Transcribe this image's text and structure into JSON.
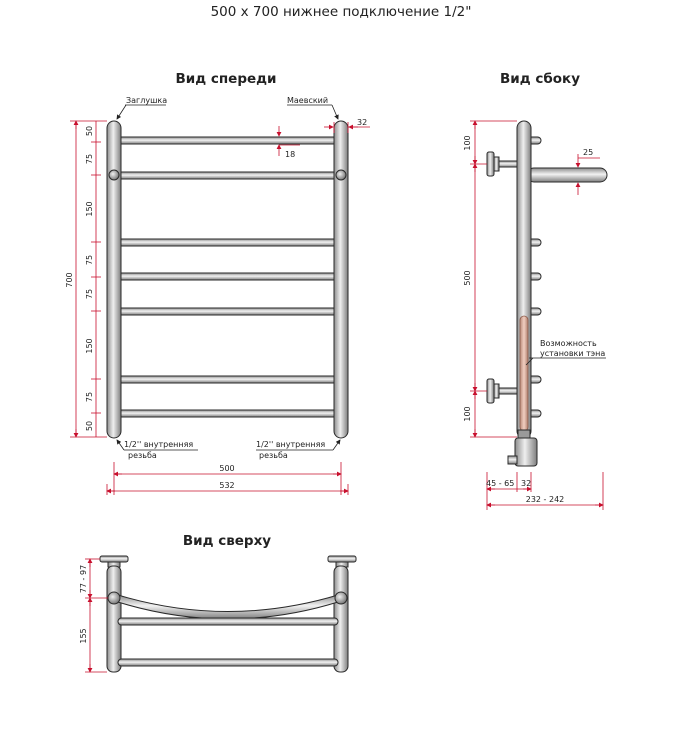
{
  "title": "500 x 700 нижнее подключение 1/2\"",
  "colors": {
    "dimension": "#c8102e",
    "outline": "#2a2a2a",
    "pipe_fill": "#c4c4c4",
    "heater": "#d8ab98"
  },
  "front": {
    "title": "Вид спереди",
    "label_plug": "Заглушка",
    "label_valve": "Маевский",
    "dim_top_right": "32",
    "dim_bar": "18",
    "left_dims": [
      "50",
      "75",
      "150",
      "75",
      "75",
      "150",
      "75",
      "50"
    ],
    "total": "700",
    "thread_left": [
      "1/2'' внутренняя",
      "резьба"
    ],
    "thread_right": [
      "1/2'' внутренняя",
      "резьба"
    ],
    "width_inner": "500",
    "width_outer": "532"
  },
  "side": {
    "title": "Вид сбоку",
    "dims_left": [
      "100",
      "500",
      "100"
    ],
    "dim_tube": "25",
    "heater_label": [
      "Возможность",
      "установки тэна"
    ],
    "depth_min": "45 - 65",
    "depth_small": "32",
    "depth_total": "232 - 242"
  },
  "top": {
    "title": "Вид сверху",
    "dims_left": [
      "77 - 97",
      "155"
    ]
  }
}
